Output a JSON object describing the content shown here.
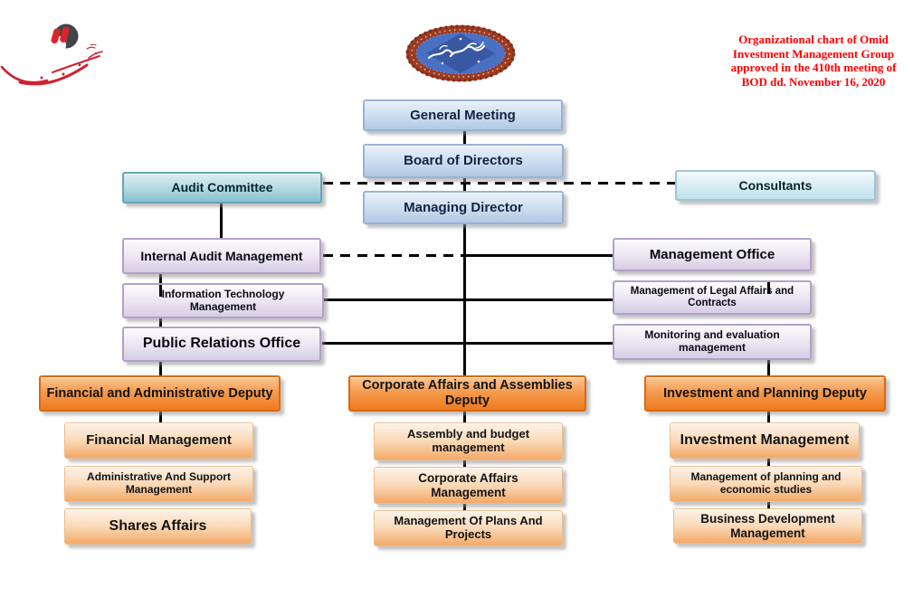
{
  "annotation": {
    "color": "#FF0000",
    "lines": [
      "Organizational chart of Omid",
      "Investment Management Group",
      "approved in the 410th meeting of",
      "BOD dd. November 16, 2020"
    ]
  },
  "logos": {
    "left": "omid-investment-group-calligraphy-logo",
    "center": "bismillah-ornamental-emblem"
  },
  "colors": {
    "governance_blue": "#b9cde5",
    "advisory_teal": "#8fc5d0",
    "staff_purple": "#dcd5ea",
    "deputy_orange": "#ee7b1f",
    "child_orange": "#f8c291",
    "connector": "#000000"
  },
  "org": {
    "governance": {
      "general_meeting": "General Meeting",
      "board_of_directors": "Board of Directors",
      "managing_director": "Managing Director"
    },
    "advisory": {
      "audit_committee": "Audit Committee",
      "consultants": "Consultants"
    },
    "left_column": {
      "internal_audit": "Internal Audit Management",
      "it_management": "Information Technology Management",
      "public_relations": "Public Relations Office"
    },
    "right_column": {
      "management_office": "Management Office",
      "legal_affairs": "Management of Legal Affairs and Contracts",
      "monitoring": "Monitoring and evaluation management"
    },
    "deputies": {
      "financial": "Financial and Administrative Deputy",
      "corporate": "Corporate Affairs and Assemblies Deputy",
      "investment": "Investment and Planning Deputy"
    },
    "financial_children": {
      "financial_mgmt": "Financial Management",
      "admin_support": "Administrative And Support Management",
      "shares": "Shares Affairs"
    },
    "corporate_children": {
      "assembly_budget": "Assembly and budget management",
      "corporate_affairs": "Corporate Affairs Management",
      "plans_projects": "Management Of Plans And Projects"
    },
    "investment_children": {
      "investment_mgmt": "Investment Management",
      "planning_studies": "Management of planning and economic studies",
      "business_dev": "Business Development Management"
    }
  }
}
